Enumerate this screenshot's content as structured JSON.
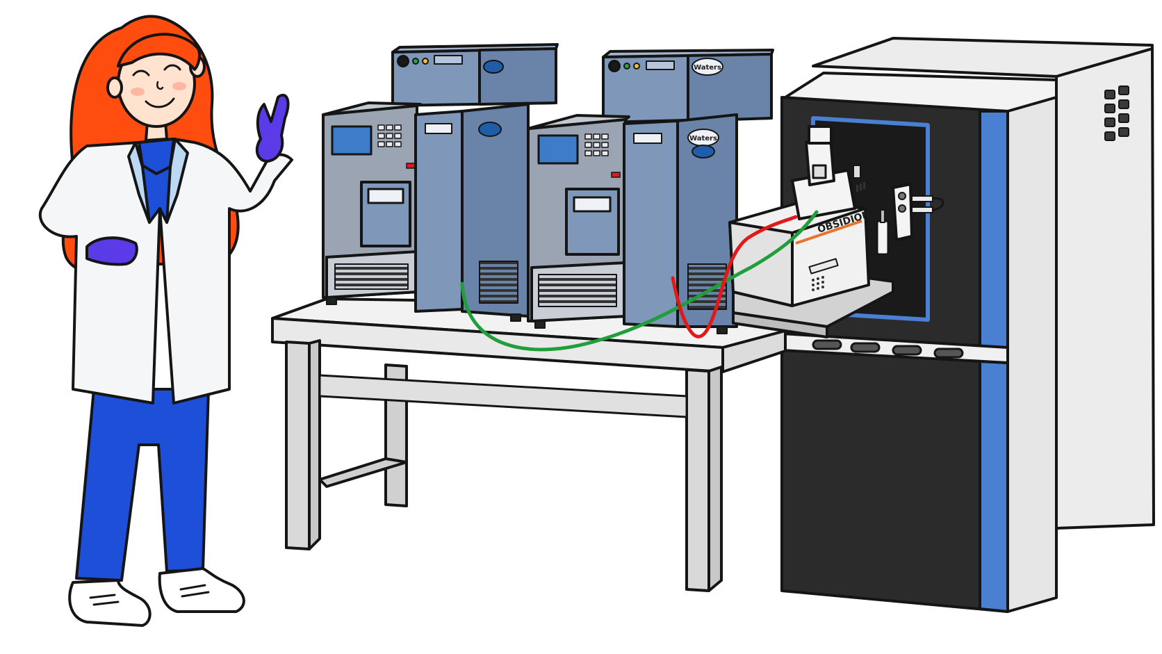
{
  "scene": {
    "brand_label_1": "Waters",
    "brand_label_2": "Waters",
    "source_label": "OBSIDION"
  },
  "colors": {
    "outline": "#151515",
    "hair": "#ff4c0f",
    "scrubs": "#1d4fd8",
    "glove": "#5b3be8",
    "lc_module": "#7f97b8",
    "lc_module_dark": "#5f7698",
    "screen": "#3d7cc9",
    "bench_top": "#f2f2f2",
    "bench_leg": "#d9d9d9",
    "ms_body": "#2b2b2b",
    "ms_stripe": "#4a7fd1",
    "ms_cabinet": "#ececec",
    "tube_green": "#1f9e3a",
    "tube_red": "#e11919",
    "source_stripe": "#e8742a"
  }
}
